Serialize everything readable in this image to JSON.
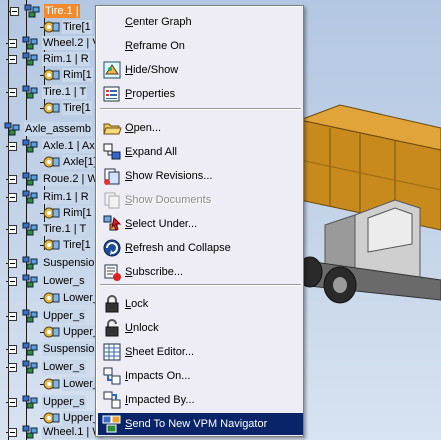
{
  "tree": {
    "nodes": [
      {
        "label": "Tire.1 | ",
        "selected": true
      },
      {
        "label": "Tire[1"
      },
      {
        "label": "Wheel.2 | V"
      },
      {
        "label": "Rim.1 | R"
      },
      {
        "label": "Rim[1"
      },
      {
        "label": "Tire.1 | T"
      },
      {
        "label": "Tire[1"
      },
      {
        "label": "Axle_assemb"
      },
      {
        "label": "Axle.1 | Ax"
      },
      {
        "label": "Axle[1]"
      },
      {
        "label": "Roue.2 | W"
      },
      {
        "label": "Rim.1 | R"
      },
      {
        "label": "Rim[1"
      },
      {
        "label": "Tire.1 | T"
      },
      {
        "label": "Tire[1"
      },
      {
        "label": "Suspension"
      },
      {
        "label": "Lower_s"
      },
      {
        "label": "Lower_"
      },
      {
        "label": "Upper_s"
      },
      {
        "label": "Upper_"
      },
      {
        "label": "Suspension"
      },
      {
        "label": "Lower_s"
      },
      {
        "label": "Lower_"
      },
      {
        "label": "Upper_s"
      },
      {
        "label": "Upper_"
      },
      {
        "label": "Wheel.1 | W"
      }
    ]
  },
  "menu": {
    "items": [
      {
        "label": "Center Graph",
        "icon": "center-graph-icon",
        "disabled": false
      },
      {
        "label": "Reframe On",
        "icon": "reframe-icon",
        "disabled": false
      },
      {
        "label": "Hide/Show",
        "icon": "hide-show-icon",
        "disabled": false
      },
      {
        "label": "Properties",
        "icon": "properties-icon",
        "disabled": false
      },
      {
        "label": "Open...",
        "icon": "open-folder-icon",
        "disabled": false
      },
      {
        "label": "Expand All",
        "icon": "expand-all-icon",
        "disabled": false
      },
      {
        "label": "Show Revisions...",
        "icon": "revisions-icon",
        "disabled": false
      },
      {
        "label": "Show Documents",
        "icon": "documents-icon",
        "disabled": true
      },
      {
        "label": "Select Under...",
        "icon": "select-under-icon",
        "disabled": false
      },
      {
        "label": "Refresh and Collapse",
        "icon": "refresh-icon",
        "disabled": false
      },
      {
        "label": "Subscribe...",
        "icon": "subscribe-icon",
        "disabled": false
      },
      {
        "label": "Lock",
        "icon": "lock-icon",
        "disabled": false
      },
      {
        "label": "Unlock",
        "icon": "unlock-icon",
        "disabled": false
      },
      {
        "label": "Sheet Editor...",
        "icon": "sheet-editor-icon",
        "disabled": false
      },
      {
        "label": "Impacts On...",
        "icon": "impacts-on-icon",
        "disabled": false
      },
      {
        "label": "Impacted By...",
        "icon": "impacted-by-icon",
        "disabled": false
      },
      {
        "label": "Send To New VPM Navigator",
        "icon": "send-to-navigator-icon",
        "disabled": false,
        "highlighted": true
      }
    ]
  },
  "colors": {
    "selection": "#f08a2c",
    "menu_highlight": "#0a246a",
    "menu_bg": "#eeecf4",
    "background": "#c2d2e8"
  }
}
